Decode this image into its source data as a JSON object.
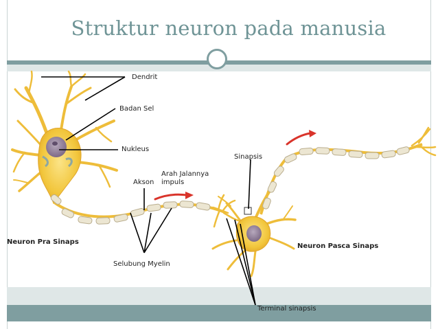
{
  "title": "Struktur neuron pada manusia",
  "labels": {
    "dendrit": "Dendrit",
    "badan_sel": "Badan Sel",
    "nukleus": "Nukleus",
    "sinapsis": "Sinapsis",
    "arah_line1": "Arah Jalannya",
    "arah_line2": "impuls",
    "akson": "Akson",
    "neuron_pra": "Neuron Pra Sinaps",
    "neuron_pasca": "Neuron Pasca Sinaps",
    "selubung": "Selubung Myelin",
    "terminal": "Terminal sinapsis"
  },
  "colors": {
    "accent": "#7f9ea0",
    "light_accent": "#dfe7e7",
    "title": "#6f9496",
    "cell_body": "#f2c63c",
    "myelin": "#ece6d2",
    "arrow": "#d9342b"
  }
}
